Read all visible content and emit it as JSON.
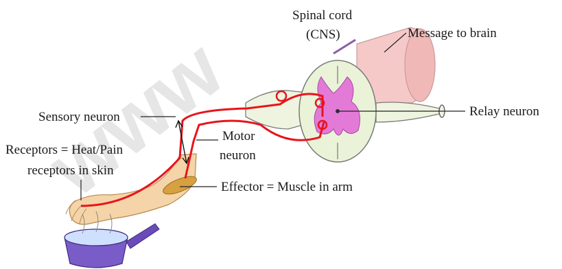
{
  "watermark": "www",
  "labels": {
    "spinal_cord_line1": "Spinal cord",
    "spinal_cord_line2": "(CNS)",
    "message_to_brain": "Message to brain",
    "relay_neuron": "Relay neuron",
    "sensory_neuron": "Sensory neuron",
    "motor_neuron_line1": "Motor",
    "motor_neuron_line2": "neuron",
    "receptors_line1": "Receptors = Heat/Pain",
    "receptors_line2": "receptors in skin",
    "effector": "Effector = Muscle in arm"
  },
  "colors": {
    "nerve": "#e8131b",
    "cord_outline": "#7a7a7a",
    "grey_matter": "#e37ad8",
    "white_matter": "#eaf2d8",
    "brain_tract": "#f6c9c9",
    "skin": "#f4d4a8",
    "muscle": "#d7a040",
    "pan": "#7a5cc8",
    "handle": "#6b4bb8"
  }
}
